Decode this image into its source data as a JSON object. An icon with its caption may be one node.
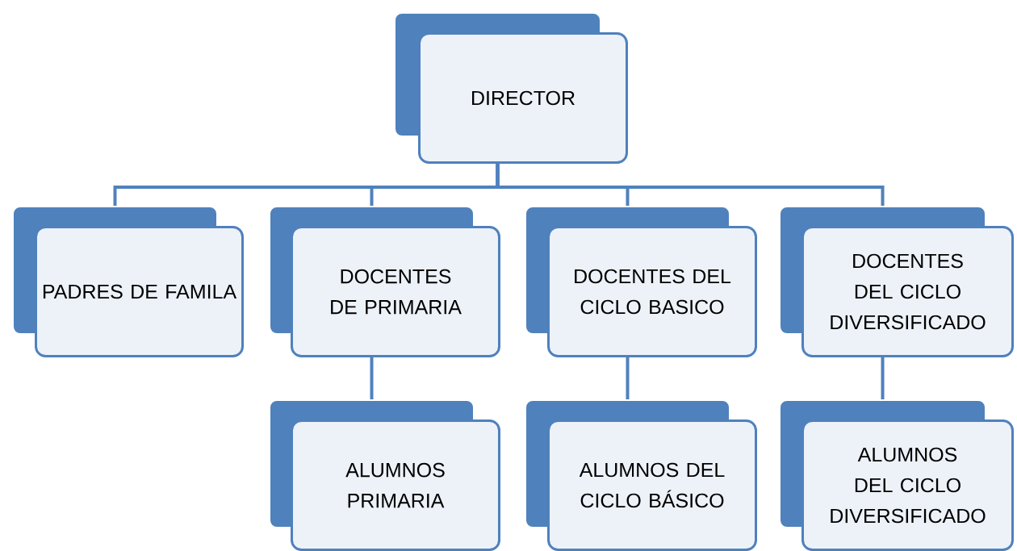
{
  "diagram": {
    "nodes": [
      {
        "text": [
          "DIRECTOR"
        ]
      },
      {
        "text": [
          "PADRES DE FAMILA"
        ]
      },
      {
        "text": [
          "DOCENTES DE PRIMARIA"
        ]
      },
      {
        "text": [
          "DOCENTES DEL CICLO BASICO"
        ]
      },
      {
        "text": [
          "DOCENTES DEL CICLO DIVERSIFICADO"
        ]
      },
      {
        "text": [
          "ALUMNOS PRIMARIA"
        ]
      },
      {
        "text": [
          "ALUMNOS DEL CICLO BÁSICO"
        ]
      },
      {
        "text": [
          "ALUMNOS DEL CICLO DIVERSIFICADO"
        ]
      }
    ],
    "edges": [
      {
        "from": 0,
        "to": 1,
        "arrow": "none"
      },
      {
        "from": 0,
        "to": 2,
        "arrow": "none"
      },
      {
        "from": 0,
        "to": 3,
        "arrow": "none"
      },
      {
        "from": 0,
        "to": 4,
        "arrow": "none"
      },
      {
        "from": 2,
        "to": 5,
        "arrow": "none"
      },
      {
        "from": 3,
        "to": 6,
        "arrow": "none"
      },
      {
        "from": 4,
        "to": 7,
        "arrow": "none"
      }
    ]
  }
}
